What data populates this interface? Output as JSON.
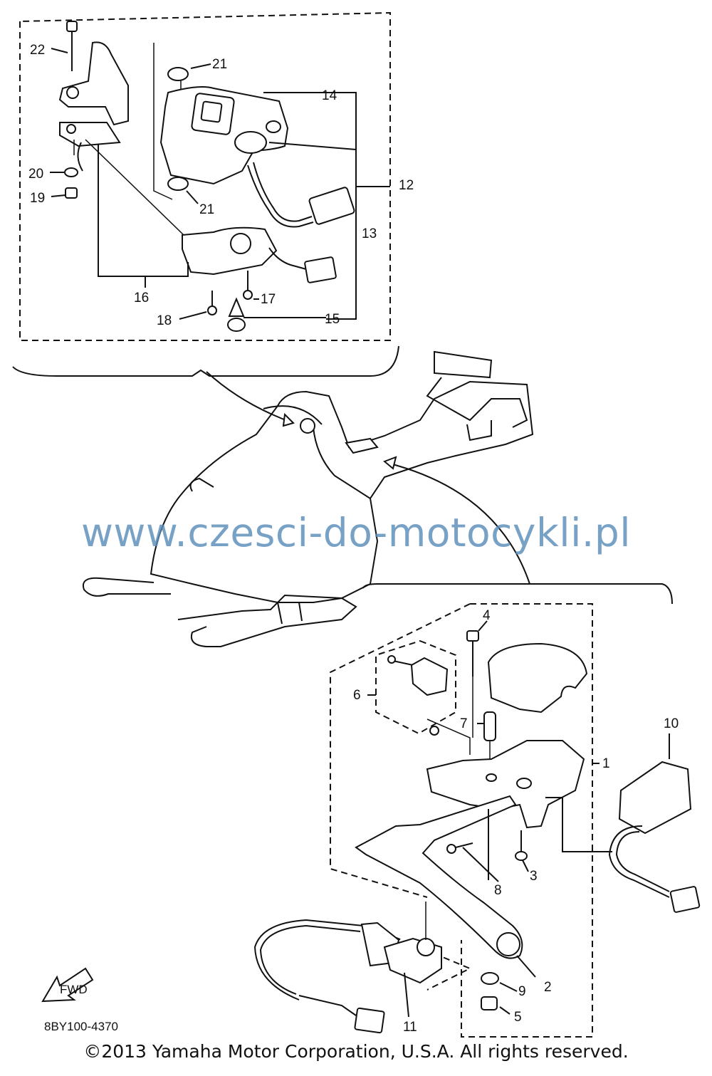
{
  "callouts": {
    "c1": "1",
    "c2": "2",
    "c3": "3",
    "c4": "4",
    "c5": "5",
    "c6": "6",
    "c7": "7",
    "c8": "8",
    "c9": "9",
    "c10": "10",
    "c11": "11",
    "c12": "12",
    "c13": "13",
    "c14": "14",
    "c15": "15",
    "c16": "16",
    "c17": "17",
    "c18": "18",
    "c19": "19",
    "c20": "20",
    "c21a": "21",
    "c21b": "21",
    "c22": "22"
  },
  "fwd_label": "FWD",
  "diagram_code": "8BY100-4370",
  "watermark": "www.czesci-do-motocykli.pl",
  "copyright": "©2013 Yamaha Motor Corporation, U.S.A. All rights reserved."
}
